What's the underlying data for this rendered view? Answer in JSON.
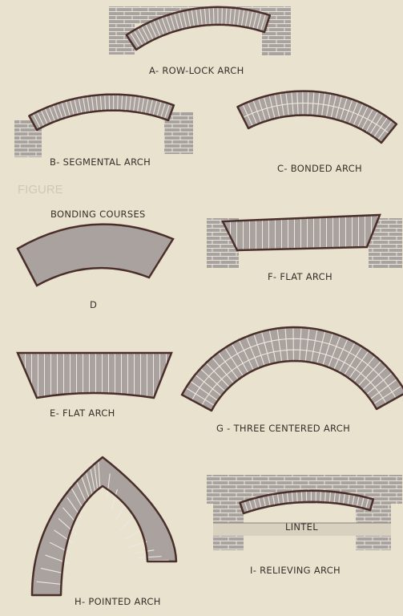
{
  "colors": {
    "paper": "#e8e2cf",
    "brick_fill": "#aaa29e",
    "mortar": "#ece8e0",
    "outline": "#4a2e2a",
    "wall": "#a9a3a0",
    "label_ink": "#3a2f2a"
  },
  "labels": {
    "row_lock": "A- ROW-LOCK ARCH",
    "segmental": "B- SEGMENTAL ARCH",
    "bonded": "C- BONDED  ARCH",
    "bonding_courses": "BONDING COURSES",
    "flat_f": "F- FLAT ARCH",
    "d": "D",
    "flat_e": "E-  FLAT ARCH",
    "three_centered": "G - THREE CENTERED ARCH",
    "pointed": "H- POINTED ARCH",
    "lintel": "LINTEL",
    "relieving": "I- RELIEVING ARCH"
  },
  "background_text": {
    "figure": "FIGURE"
  }
}
